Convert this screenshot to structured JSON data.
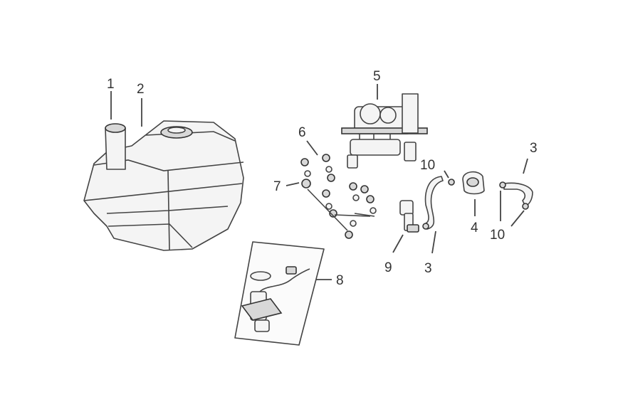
{
  "callouts": {
    "c1": "1",
    "c2": "2",
    "c3a": "3",
    "c3b": "3",
    "c4": "4",
    "c5": "5",
    "c6": "6",
    "c7": "7",
    "c8": "8",
    "c9": "9",
    "c10a": "10",
    "c10b": "10"
  }
}
